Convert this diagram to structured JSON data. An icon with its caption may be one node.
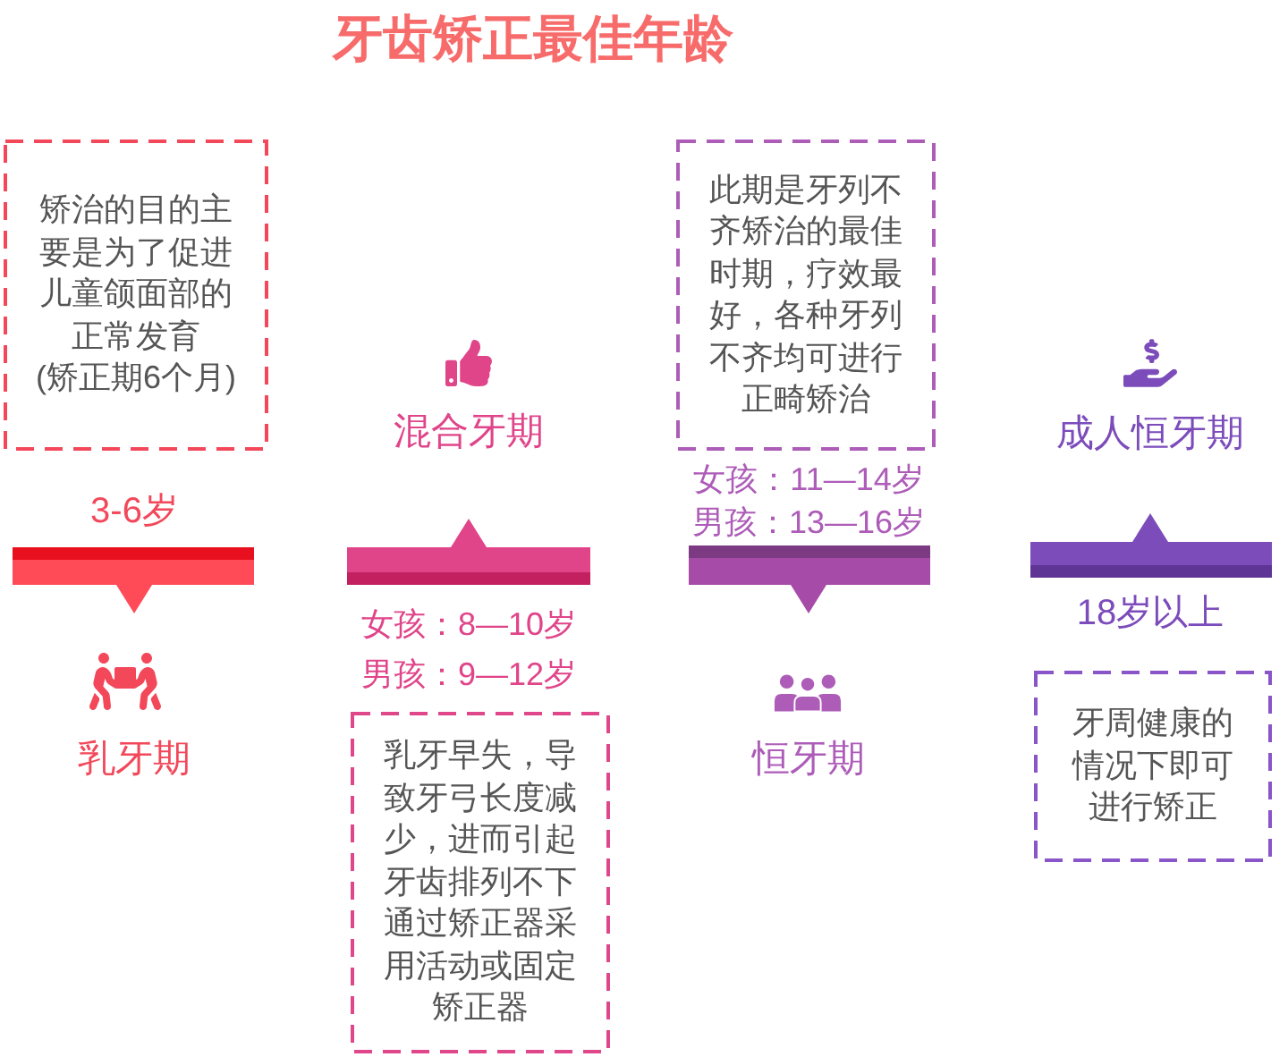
{
  "diagram": {
    "title": "牙齿矫正最佳年龄",
    "nodes": [
      {
        "text": [
          "矫治的目的主要是为了促进儿童颌面部的正常发育",
          "(矫正期6个月)"
        ]
      },
      {
        "text": [],
        "shape": "bar",
        "beside": [
          "3-6岁",
          "乳牙期"
        ]
      },
      {
        "text": [],
        "shape": "bar",
        "beside": [
          "混合牙期",
          "女孩：8—10岁",
          "男孩：9—12岁"
        ]
      },
      {
        "text": [
          "乳牙早失，导致牙弓长度减少，进而引起牙齿排列不下通过矫正器采用活动或固定矫正器"
        ]
      },
      {
        "text": [
          "此期是牙列不齐矫治的最佳时期，疗效最好，各种牙列不齐均可进行正畸矫治"
        ]
      },
      {
        "text": [],
        "shape": "bar",
        "beside": [
          "女孩：11—14岁",
          "男孩：13—16岁",
          "恒牙期"
        ]
      },
      {
        "text": [],
        "shape": "bar",
        "beside": [
          "成人恒牙期",
          "18岁以上"
        ]
      },
      {
        "text": [
          "牙周健康的情况下即可进行矫正"
        ]
      }
    ]
  }
}
